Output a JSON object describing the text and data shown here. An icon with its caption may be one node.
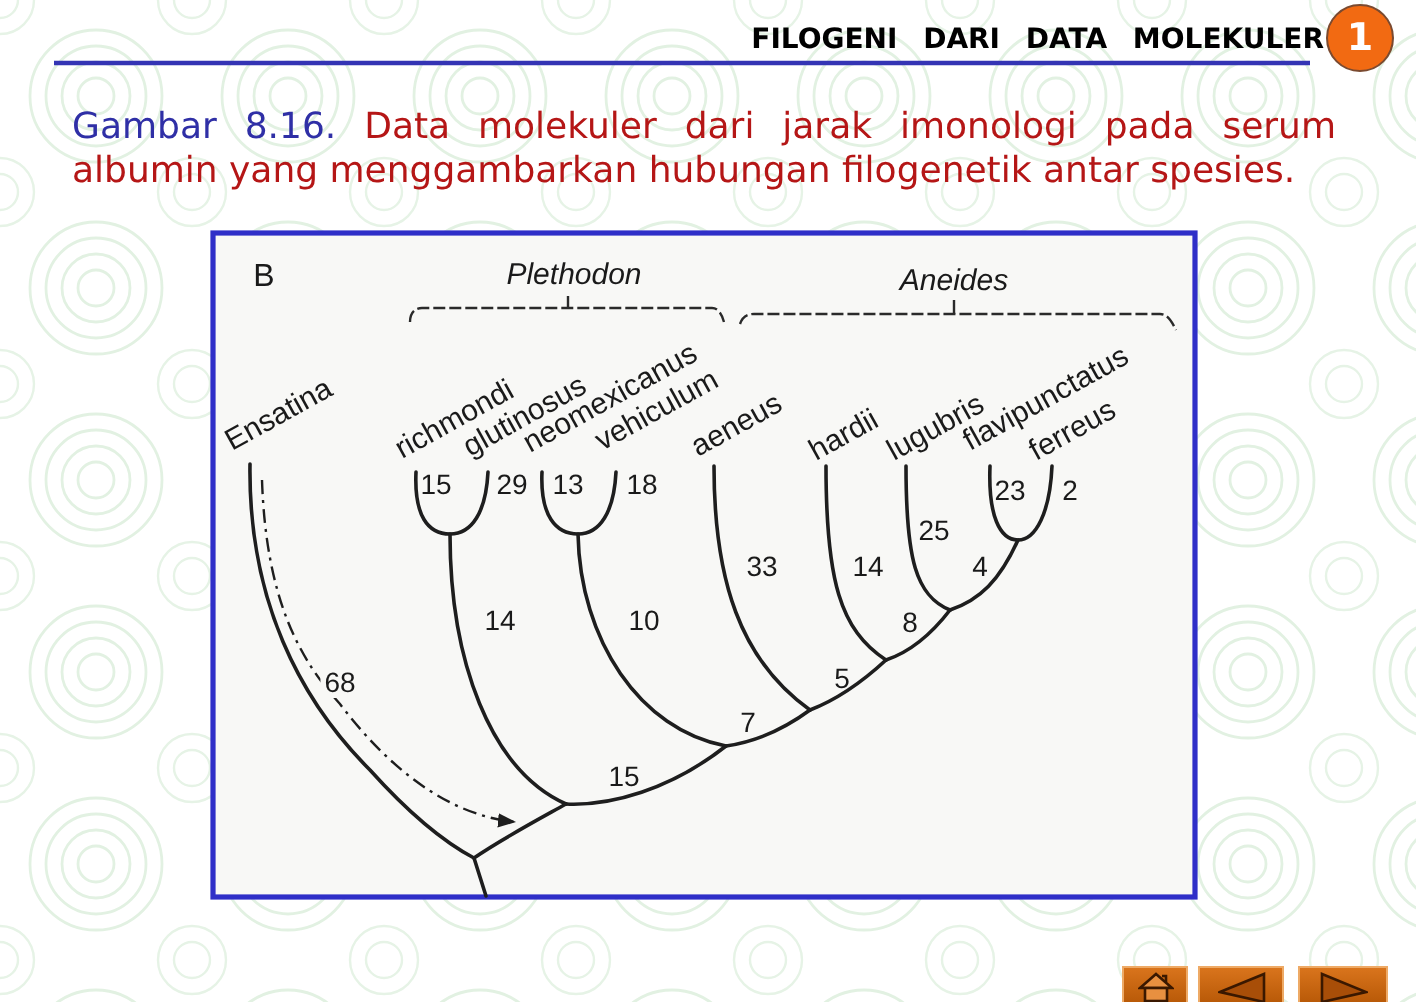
{
  "diagram": {
    "title": "FILOGENI DARI DATA MOLEKULER",
    "caption": "Gambar 8.16. Data molekuler dari jarak imonologi pada serum albumin yang menggambarkan hubungan filogenetik antar spesies.",
    "nodes": [
      {
        "text": [
          "1"
        ]
      }
    ],
    "labels": [
      "B",
      "Plethodon",
      "Aneides",
      "Ensatina",
      "richmondi",
      "glutinosus",
      "neomexicanus",
      "vehiculum",
      "aeneus",
      "hardii",
      "lugubris",
      "flavipunctatus",
      "ferreus",
      "15",
      "29",
      "13",
      "18",
      "23",
      "2",
      "25",
      "33",
      "14",
      "4",
      "14",
      "10",
      "8",
      "68",
      "5",
      "7",
      "15"
    ]
  }
}
